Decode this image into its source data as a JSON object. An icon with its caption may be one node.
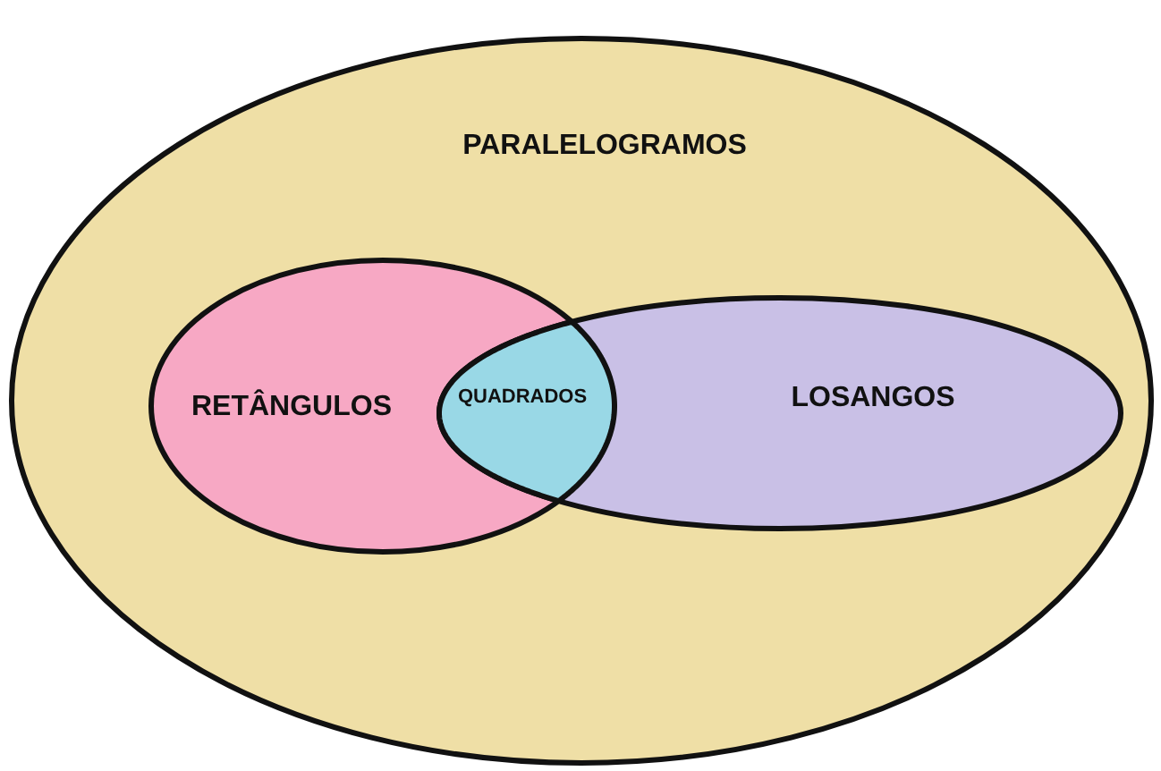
{
  "diagram": {
    "nodes": [
      {
        "text": [
          "PARALELOGRAMOS"
        ]
      },
      {
        "text": [
          "RETÂNGULOS"
        ],
        "in": 0
      },
      {
        "text": [
          "LOSANGOS"
        ],
        "in": 0
      },
      {
        "text": [
          "QUADRADOS"
        ]
      }
    ]
  }
}
